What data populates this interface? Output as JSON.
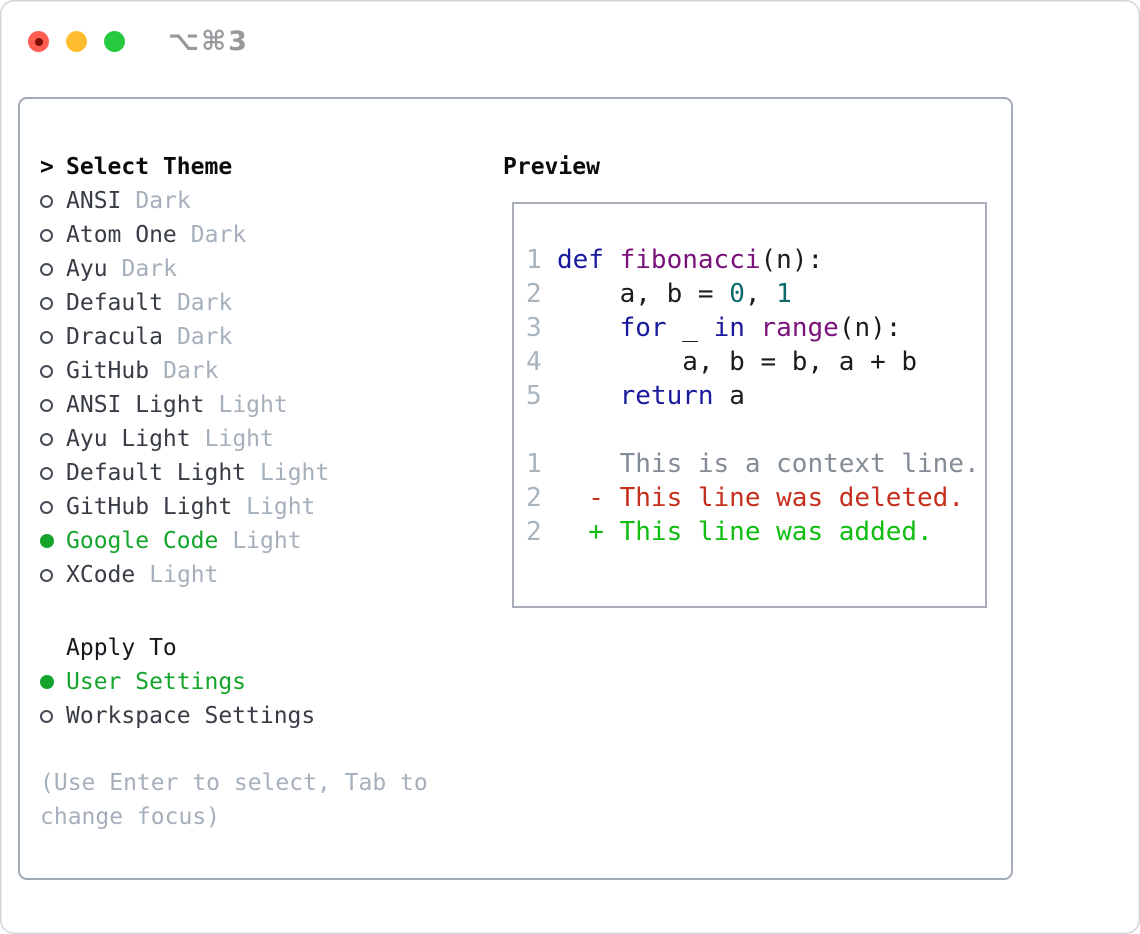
{
  "window": {
    "title": "⌥⌘3",
    "traffic_lights": {
      "close": "#ff5d52",
      "close_dot": "#7e1006",
      "minimize": "#ffbd2e",
      "zoom": "#27c93f"
    }
  },
  "theme_list": {
    "prompt": ">",
    "header": "Select Theme",
    "items": [
      {
        "name": "ANSI",
        "variant": "Dark",
        "selected": false
      },
      {
        "name": "Atom One",
        "variant": "Dark",
        "selected": false
      },
      {
        "name": "Ayu",
        "variant": "Dark",
        "selected": false
      },
      {
        "name": "Default",
        "variant": "Dark",
        "selected": false
      },
      {
        "name": "Dracula",
        "variant": "Dark",
        "selected": false
      },
      {
        "name": "GitHub",
        "variant": "Dark",
        "selected": false
      },
      {
        "name": "ANSI Light",
        "variant": "Light",
        "selected": false
      },
      {
        "name": "Ayu Light",
        "variant": "Light",
        "selected": false
      },
      {
        "name": "Default Light",
        "variant": "Light",
        "selected": false
      },
      {
        "name": "GitHub Light",
        "variant": "Light",
        "selected": false
      },
      {
        "name": "Google Code",
        "variant": "Light",
        "selected": true
      },
      {
        "name": "XCode",
        "variant": "Light",
        "selected": false
      }
    ]
  },
  "preview": {
    "label": "Preview",
    "code_lines": [
      {
        "num": "1",
        "tokens": [
          [
            "kw",
            "def"
          ],
          [
            "pl",
            " "
          ],
          [
            "fn",
            "fibonacci"
          ],
          [
            "pl",
            "(n):"
          ]
        ]
      },
      {
        "num": "2",
        "tokens": [
          [
            "pl",
            "    a, b = "
          ],
          [
            "num",
            "0"
          ],
          [
            "pl",
            ", "
          ],
          [
            "num",
            "1"
          ]
        ]
      },
      {
        "num": "3",
        "tokens": [
          [
            "pl",
            "    "
          ],
          [
            "kw",
            "for"
          ],
          [
            "pl",
            " _ "
          ],
          [
            "kw",
            "in"
          ],
          [
            "pl",
            " "
          ],
          [
            "fn",
            "range"
          ],
          [
            "pl",
            "(n):"
          ]
        ]
      },
      {
        "num": "4",
        "tokens": [
          [
            "pl",
            "        a, b = b, a + b"
          ]
        ]
      },
      {
        "num": "5",
        "tokens": [
          [
            "pl",
            "    "
          ],
          [
            "kw",
            "return"
          ],
          [
            "pl",
            " a"
          ]
        ]
      }
    ],
    "diff_lines": [
      {
        "num": "1",
        "type": "context",
        "text": "    This is a context line."
      },
      {
        "num": "2",
        "type": "deleted",
        "text": "  - This line was deleted."
      },
      {
        "num": "2",
        "type": "added",
        "text": "  + This line was added."
      }
    ]
  },
  "apply_to": {
    "label": "Apply To",
    "options": [
      {
        "label": "User Settings",
        "selected": true
      },
      {
        "label": "Workspace Settings",
        "selected": false
      }
    ]
  },
  "hint": "(Use Enter to select, Tab to change focus)",
  "colors": {
    "selected_green": "#15a42c",
    "added_green": "#10bd10",
    "deleted_red": "#c52f1d",
    "keyword_blue": "#1a1a9c",
    "function_purple": "#7b127b",
    "number_teal": "#0e6b6b",
    "line_number_gray": "#a9b4be",
    "context_gray": "#838c96",
    "muted_gray": "#a6afbc",
    "panel_border": "#a3abb6",
    "title_gray": "#98989d"
  }
}
